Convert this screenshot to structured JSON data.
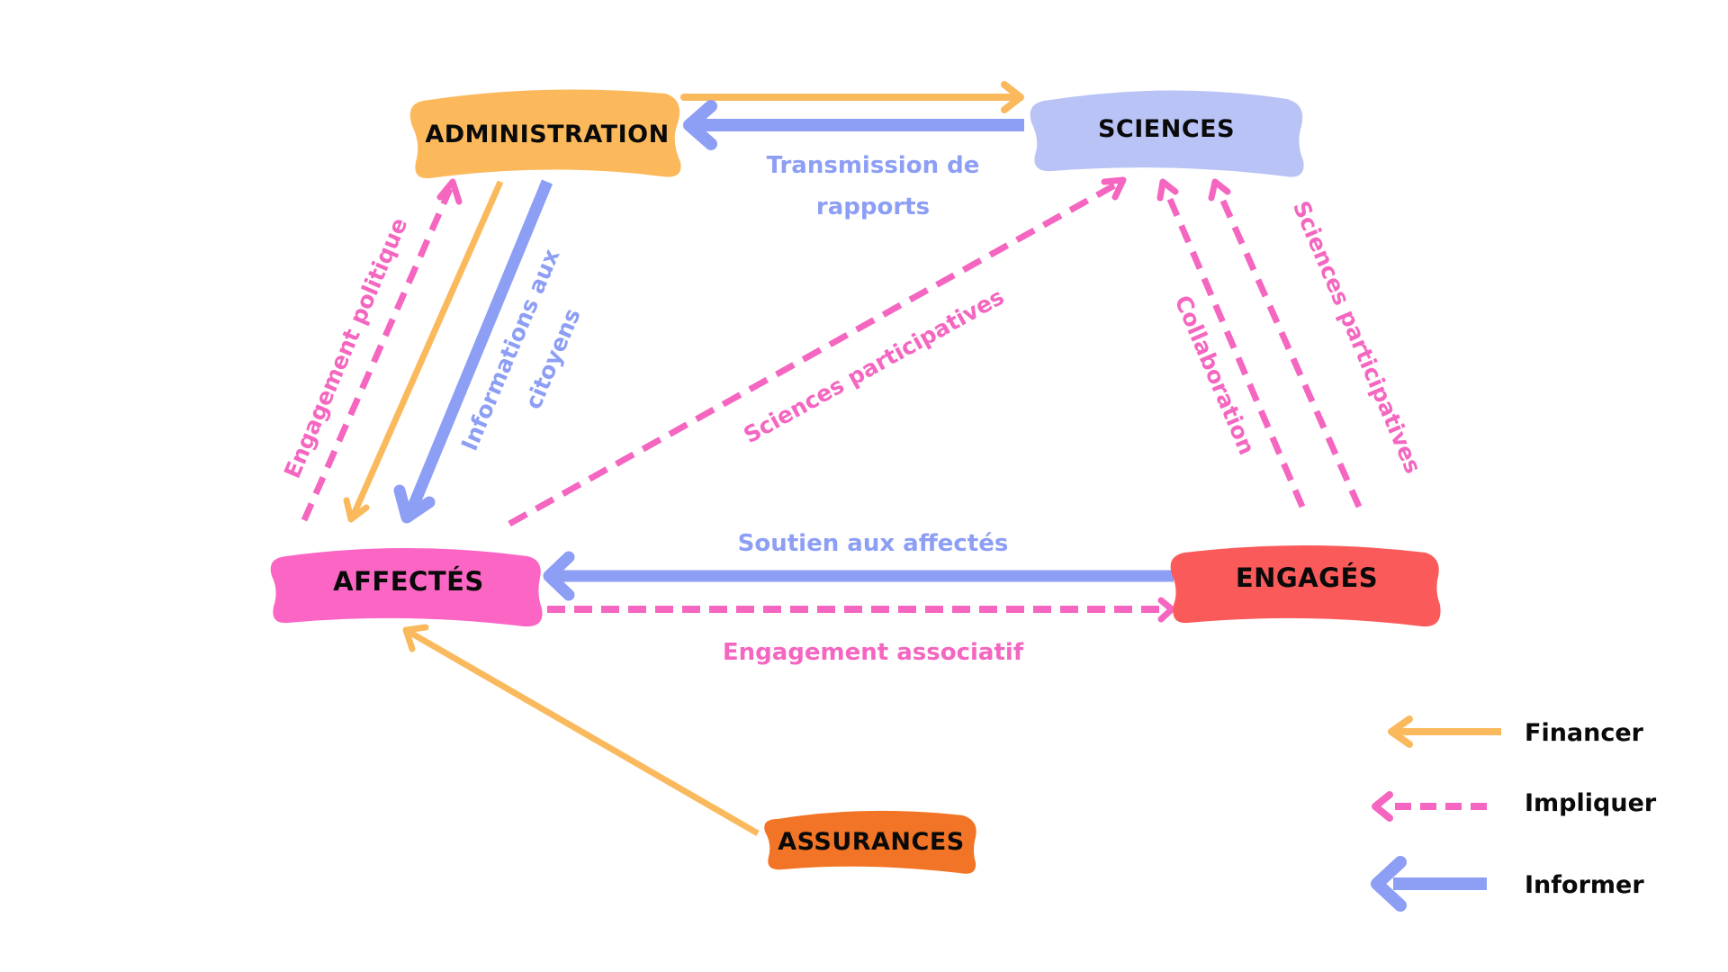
{
  "colors": {
    "financer": "#F9B95C",
    "impliquer": "#F466C0",
    "informer": "#8D9EF5",
    "text": "#0a0a0a",
    "background": "#ffffff"
  },
  "nodes": {
    "administration": {
      "label": "ADMINISTRATION",
      "fill": "#FBB95C"
    },
    "sciences": {
      "label": "SCIENCES",
      "fill": "#B9C3F5"
    },
    "affectes": {
      "label": "AFFECTÉS",
      "fill": "#FB66C4"
    },
    "engages": {
      "label": "ENGAGÉS",
      "fill": "#FB5A5A"
    },
    "assurances": {
      "label": "ASSURANCES",
      "fill": "#F27426"
    }
  },
  "edges": [
    {
      "id": "admin-to-sciences",
      "from": "ADMINISTRATION",
      "to": "SCIENCES",
      "type": "financer",
      "label": ""
    },
    {
      "id": "sciences-to-admin",
      "from": "SCIENCES",
      "to": "ADMINISTRATION",
      "type": "informer",
      "label": "Transmission de rapports"
    },
    {
      "id": "affectes-to-admin",
      "from": "AFFECTÉS",
      "to": "ADMINISTRATION",
      "type": "impliquer",
      "label": "Engagement politique"
    },
    {
      "id": "admin-to-affectes-fin",
      "from": "ADMINISTRATION",
      "to": "AFFECTÉS",
      "type": "financer",
      "label": ""
    },
    {
      "id": "admin-to-affectes-info",
      "from": "ADMINISTRATION",
      "to": "AFFECTÉS",
      "type": "informer",
      "label": "Informations aux citoyens"
    },
    {
      "id": "affectes-to-sciences",
      "from": "AFFECTÉS",
      "to": "SCIENCES",
      "type": "impliquer",
      "label": "Sciences participatives"
    },
    {
      "id": "engages-to-sciences-collab",
      "from": "ENGAGÉS",
      "to": "SCIENCES",
      "type": "impliquer",
      "label": "Collaboration"
    },
    {
      "id": "engages-to-sciences-part",
      "from": "ENGAGÉS",
      "to": "SCIENCES",
      "type": "impliquer",
      "label": "Sciences participatives"
    },
    {
      "id": "engages-to-affectes",
      "from": "ENGAGÉS",
      "to": "AFFECTÉS",
      "type": "informer",
      "label": "Soutien aux affectés"
    },
    {
      "id": "affectes-to-engages",
      "from": "AFFECTÉS",
      "to": "ENGAGÉS",
      "type": "impliquer",
      "label": "Engagement associatif"
    },
    {
      "id": "assurances-to-affectes",
      "from": "ASSURANCES",
      "to": "AFFECTÉS",
      "type": "financer",
      "label": ""
    }
  ],
  "labels": {
    "transmission_line1": "Transmission de",
    "transmission_line2": "rapports",
    "engagement_politique": "Engagement politique",
    "informations_line1": "Informations aux",
    "informations_line2": "citoyens",
    "sciences_participatives_diag": "Sciences participatives",
    "collaboration": "Collaboration",
    "sciences_participatives_right": "Sciences participatives",
    "soutien": "Soutien aux affectés",
    "engagement_associatif": "Engagement associatif"
  },
  "legend": [
    {
      "key": "financer",
      "label": "Financer"
    },
    {
      "key": "impliquer",
      "label": "Impliquer"
    },
    {
      "key": "informer",
      "label": "Informer"
    }
  ]
}
